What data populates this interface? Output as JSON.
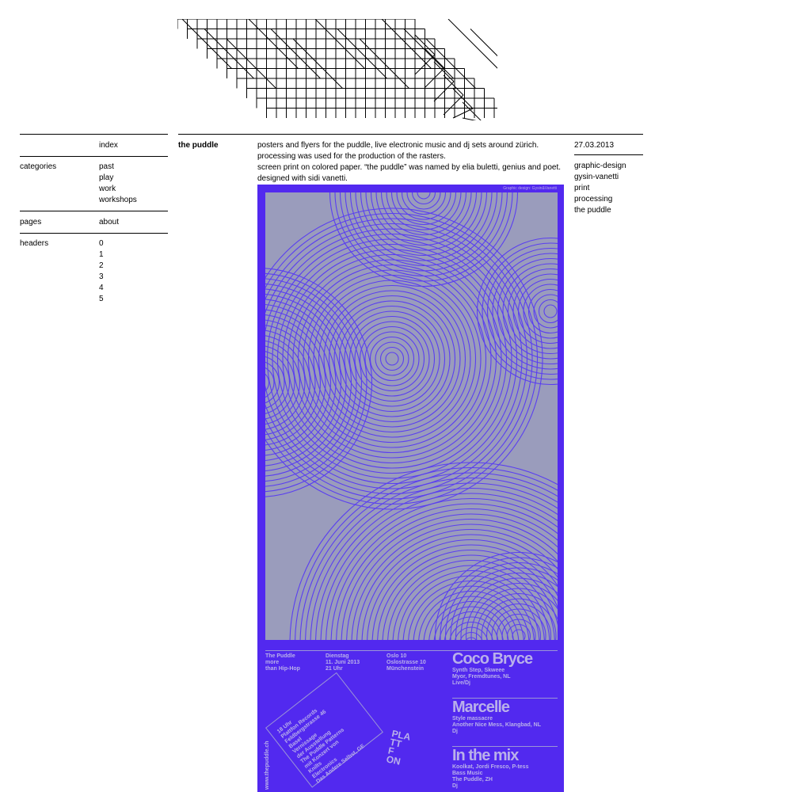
{
  "logo": {
    "icon": "puddle-maze-logo"
  },
  "nav": {
    "index": "index",
    "categories_label": "categories",
    "categories": [
      "past",
      "play",
      "work",
      "workshops"
    ],
    "pages_label": "pages",
    "pages": [
      "about"
    ],
    "headers_label": "headers",
    "headers": [
      "0",
      "1",
      "2",
      "3",
      "4",
      "5"
    ]
  },
  "post": {
    "title": "the puddle",
    "description": [
      "posters and flyers for the puddle, live electronic music and dj sets around zürich.",
      "processing was used for the production of the rasters.",
      "screen print on colored paper. “the puddle” was named by elia buletti, genius and poet.",
      "designed with sidi vanetti."
    ],
    "date": "27.03.2013",
    "tags": [
      "graphic-design",
      "gysin-vanetti",
      "print",
      "processing",
      "the puddle"
    ]
  },
  "poster": {
    "colors": {
      "background": "#5229ef",
      "art": "#9a9cbc",
      "stripe": "#5a3ff0",
      "text": "#b9b0ea"
    },
    "credit": "Graphic design: Gysin&Vanetti",
    "col1": [
      "The Puddle",
      "more",
      "than Hip-Hop"
    ],
    "col2": [
      "Dienstag",
      "11. Juni 2013",
      "21 Uhr"
    ],
    "col3": [
      "Oslo 10",
      "Oslostrasse 10",
      "Münchenstein"
    ],
    "acts": [
      {
        "name": "Coco Bryce",
        "lines": [
          "Synth Step, Skweee",
          "Myor, Fremdtunes, NL",
          "Live/Dj"
        ]
      },
      {
        "name": "Marcelle",
        "lines": [
          "Style massacre",
          "Another Nice Mess, Klangbad, NL",
          "Dj"
        ]
      },
      {
        "name": "In the mix",
        "lines": [
          "Koolkat, Jordi Fresco, P-tess",
          "Bass Music",
          "The Puddle, ZH",
          "Dj"
        ]
      }
    ],
    "box_lines": [
      "18 Uhr",
      "Plattfon Records",
      "Feldbergstrasse 46",
      "Basel",
      "Vernissage",
      "der Ausstellung",
      "The Puddle Patterns",
      "mit Konzert von",
      "Knilts",
      "Electronics",
      "Das Andere Selbst, GE"
    ],
    "url": "www.thepuddle.ch",
    "stamp": [
      "PLA",
      "TT",
      "F",
      "ON"
    ]
  }
}
